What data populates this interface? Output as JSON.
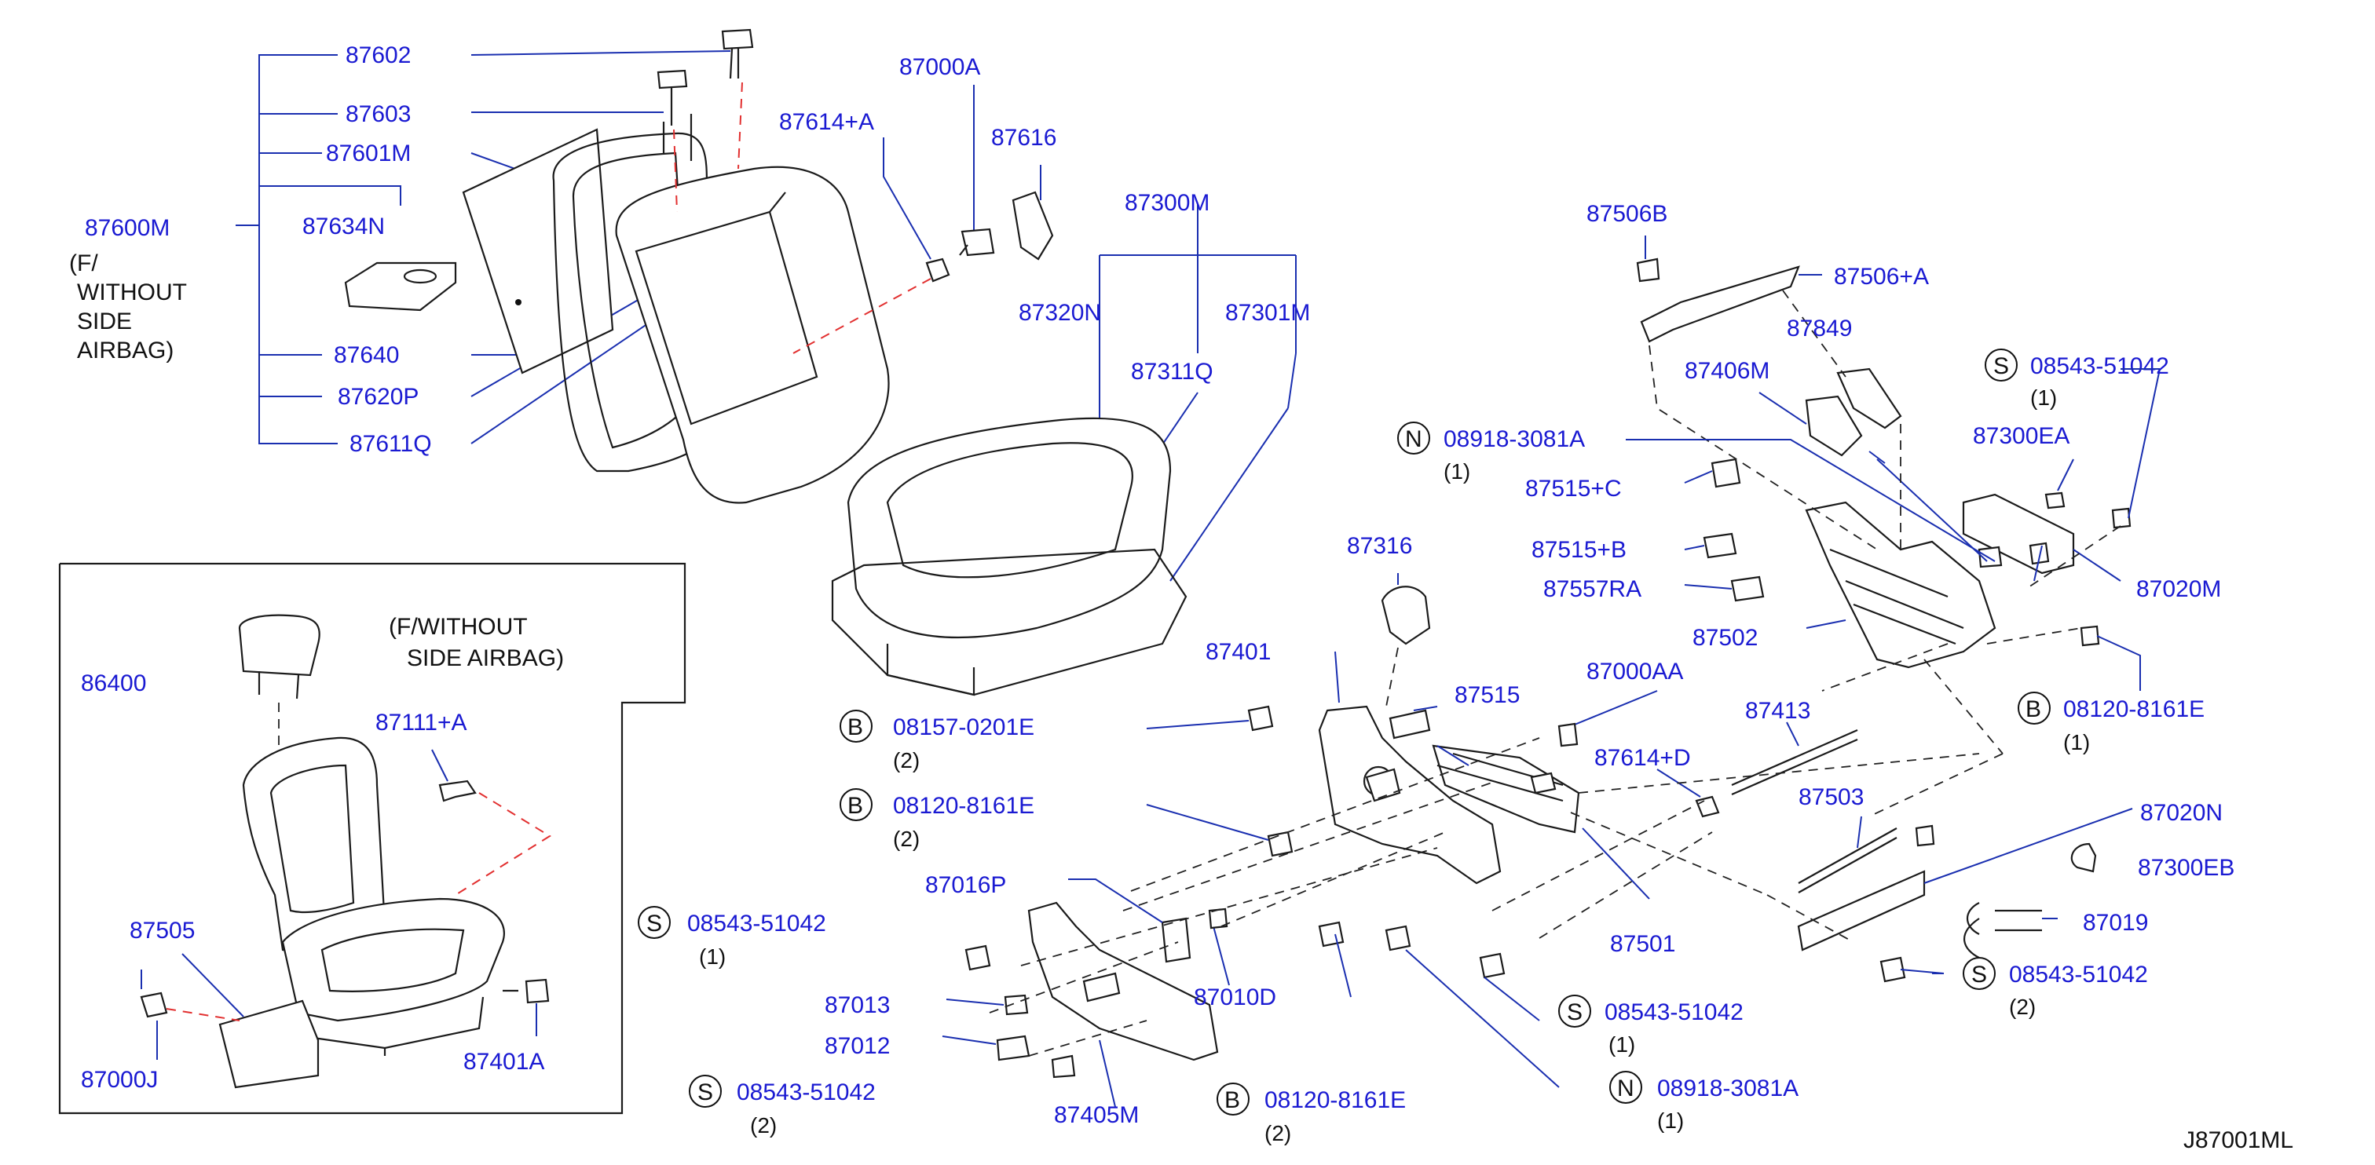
{
  "diagram_id": "J87001ML",
  "group_labels": {
    "main_assembly": "87600M",
    "main_note": [
      "(F/",
      "WITHOUT",
      "SIDE",
      "AIRBAG)"
    ],
    "inset_note": [
      "(F/WITHOUT",
      "SIDE   AIRBAG)"
    ]
  },
  "parts": [
    "87602",
    "87603",
    "87601M",
    "87634N",
    "87640",
    "87620P",
    "87611Q",
    "87000A",
    "87614+A",
    "87616",
    "87300M",
    "87320N",
    "87301M",
    "87311Q",
    "87506B",
    "87506+A",
    "87849",
    "87406M",
    "87300EA",
    "87515+C",
    "87515+B",
    "87557RA",
    "87502",
    "87020M",
    "87316",
    "87401",
    "87515",
    "87000AA",
    "87413",
    "87614+D",
    "87503",
    "87020N",
    "87300EB",
    "87019",
    "87016P",
    "87010D",
    "87013",
    "87012",
    "87405M",
    "87501",
    "86400",
    "87111+A",
    "87505",
    "87000J",
    "87401A"
  ],
  "fasteners": [
    {
      "prefix": "S",
      "number": "08543-51042",
      "qty": "(1)"
    },
    {
      "prefix": "N",
      "number": "08918-3081A",
      "qty": "(1)"
    },
    {
      "prefix": "B",
      "number": "08120-8161E",
      "qty": "(1)"
    },
    {
      "prefix": "B",
      "number": "08157-0201E",
      "qty": "(2)"
    },
    {
      "prefix": "B",
      "number": "08120-8161E",
      "qty": "(2)"
    },
    {
      "prefix": "S",
      "number": "08543-51042",
      "qty": "(1)"
    },
    {
      "prefix": "S",
      "number": "08543-51042",
      "qty": "(1)"
    },
    {
      "prefix": "S",
      "number": "08543-51042",
      "qty": "(2)"
    },
    {
      "prefix": "S",
      "number": "08543-51042",
      "qty": "(2)"
    },
    {
      "prefix": "B",
      "number": "08120-8161E",
      "qty": "(2)"
    },
    {
      "prefix": "N",
      "number": "08918-3081A",
      "qty": "(1)"
    }
  ]
}
